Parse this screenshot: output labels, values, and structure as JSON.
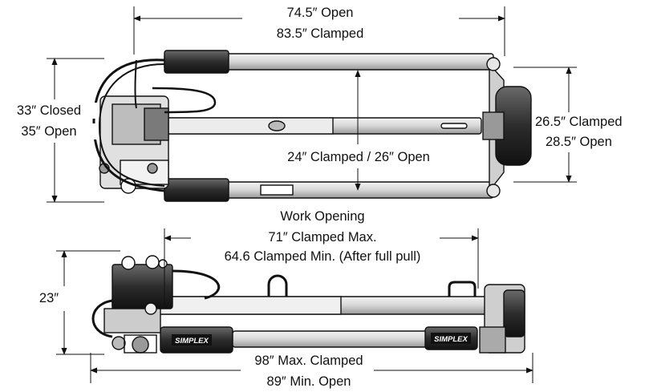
{
  "top_view": {
    "length_open": "74.5″ Open",
    "length_clamped": "83.5″ Clamped",
    "height_closed": "33″ Closed",
    "height_open": "35″ Open",
    "inner_clamped_open": "24″ Clamped / 26″ Open",
    "right_clamped": "26.5″ Clamped",
    "right_open": "28.5″ Open"
  },
  "side_view": {
    "work_opening": "Work Opening",
    "clamped_max": "71″ Clamped Max.",
    "clamped_min": "64.6 Clamped Min. (After full pull)",
    "height": "23″",
    "max_clamped": "98″ Max. Clamped",
    "min_open": "89″ Min. Open",
    "brand_label_1": "SIMPLEX",
    "brand_label_2": "SIMPLEX"
  },
  "colors": {
    "ink": "#111111",
    "paper": "#ffffff",
    "tube": "#d9d9d9"
  }
}
